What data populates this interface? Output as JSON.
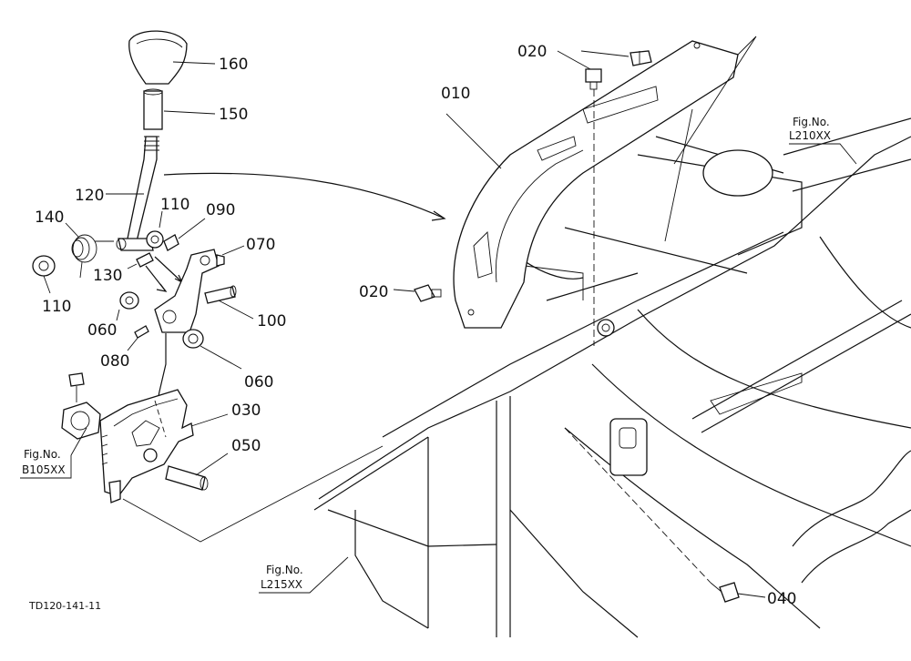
{
  "diagram": {
    "part_labels": {
      "p160": "160",
      "p150": "150",
      "p120": "120",
      "p110a": "110",
      "p090": "090",
      "p140": "140",
      "p070": "070",
      "p130": "130",
      "p110b": "110",
      "p060a": "060",
      "p100": "100",
      "p080": "080",
      "p060b": "060",
      "p030": "030",
      "p050": "050",
      "p020a": "020",
      "p010": "010",
      "p020b": "020",
      "p040": "040"
    },
    "fig_refs": {
      "l210": {
        "label": "Fig.No.",
        "code": "L210XX"
      },
      "b105": {
        "label": "Fig.No.",
        "code": "B105XX"
      },
      "l215": {
        "label": "Fig.No.",
        "code": "L215XX"
      }
    },
    "drawing_code": "TD120-141-11"
  }
}
